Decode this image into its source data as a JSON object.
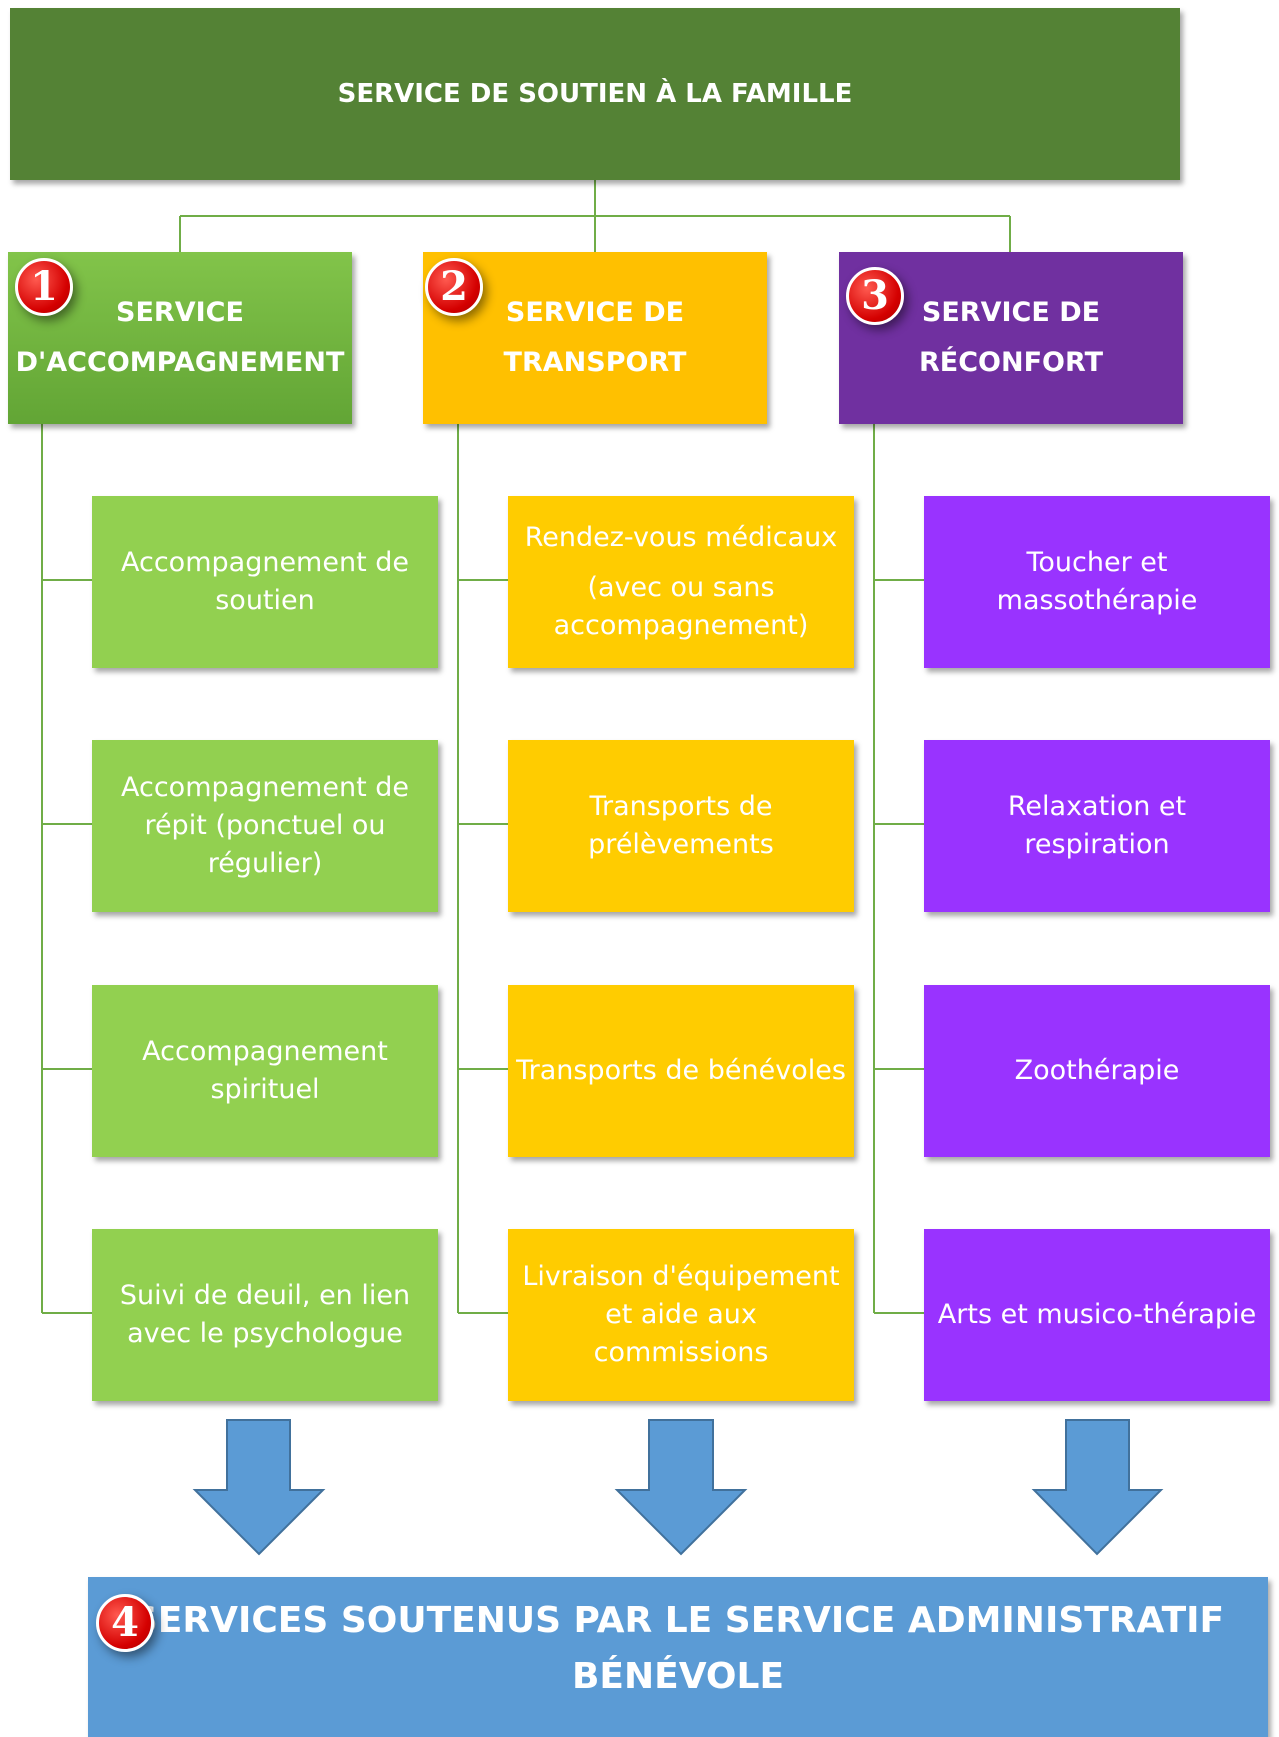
{
  "top": {
    "title": "SERVICE DE SOUTIEN À LA FAMILLE"
  },
  "columns": [
    {
      "number": "1",
      "heading": [
        "SERVICE",
        "D'ACCOMPAGNEMENT"
      ],
      "color": "#92d050",
      "items": [
        [
          "Accompagnement de soutien"
        ],
        [
          "Accompagnement de répit (ponctuel ou régulier)"
        ],
        [
          "Accompagnement spirituel"
        ],
        [
          "Suivi de deuil, en lien avec le psychologue"
        ]
      ]
    },
    {
      "number": "2",
      "heading": [
        "SERVICE DE",
        "TRANSPORT"
      ],
      "color": "#ffc000",
      "items": [
        [
          "Rendez-vous médicaux",
          "(avec ou sans accompagnement)"
        ],
        [
          "Transports de prélèvements"
        ],
        [
          "Transports de bénévoles"
        ],
        [
          "Livraison d'équipement et aide aux commissions"
        ]
      ]
    },
    {
      "number": "3",
      "heading": [
        "SERVICE DE",
        "RÉCONFORT"
      ],
      "color": "#7030a0",
      "items": [
        [
          "Toucher et massothérapie"
        ],
        [
          "Relaxation et respiration"
        ],
        [
          "Zoothérapie"
        ],
        [
          "Arts et musico-thérapie"
        ]
      ]
    }
  ],
  "bottom": {
    "number": "4",
    "title": [
      "SERVICES SOUTENUS PAR LE SERVICE ADMINISTRATIF",
      "BÉNÉVOLE"
    ],
    "color": "#5b9bd5"
  }
}
